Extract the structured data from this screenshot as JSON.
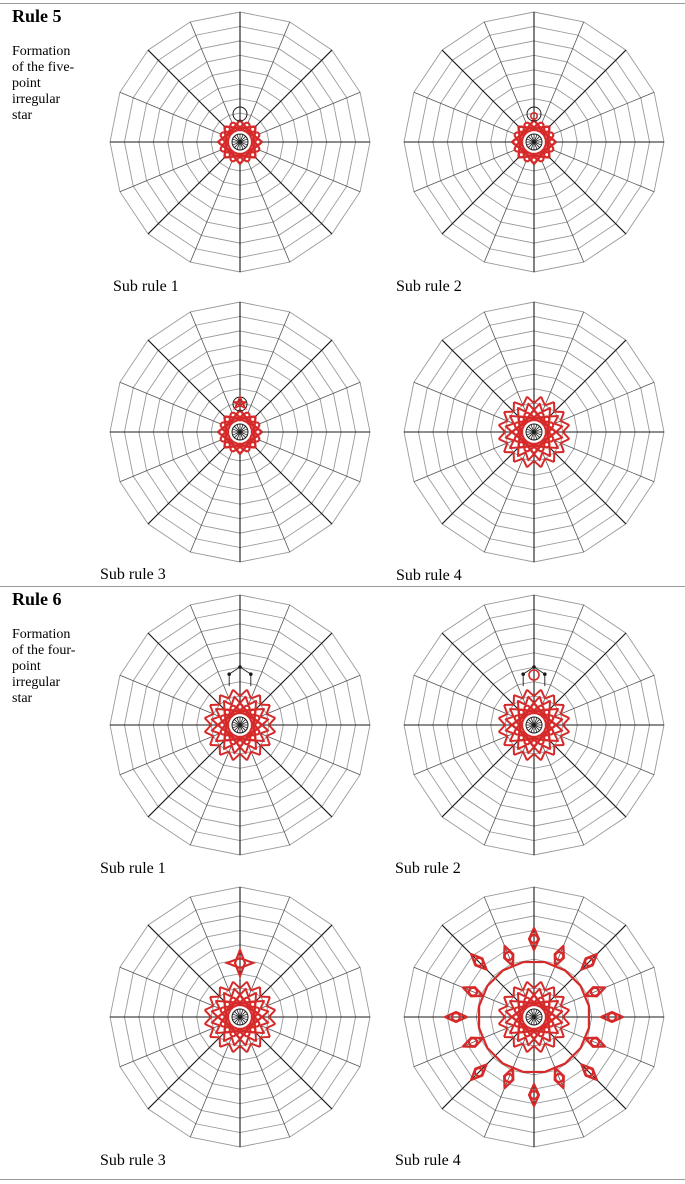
{
  "colors": {
    "grid": "#9a9a9a",
    "axis": "#1a1a1a",
    "star": "#d62a2a",
    "rule_line": "#9a9a9a"
  },
  "rules": [
    {
      "title": "Rule 5",
      "description": "Formation of the five-point irregular star",
      "panels": [
        {
          "caption": "Sub rule 1",
          "stage": 1
        },
        {
          "caption": "Sub rule 2",
          "stage": 2
        },
        {
          "caption": "Sub rule 3",
          "stage": 3
        },
        {
          "caption": "Sub rule 4",
          "stage": 4
        }
      ]
    },
    {
      "title": "Rule 6",
      "description": "Formation of the four-point irregular star",
      "panels": [
        {
          "caption": "Sub rule 1",
          "stage": 5
        },
        {
          "caption": "Sub rule 2",
          "stage": 6
        },
        {
          "caption": "Sub rule 3",
          "stage": 7
        },
        {
          "caption": "Sub rule 4",
          "stage": 8
        }
      ]
    }
  ]
}
